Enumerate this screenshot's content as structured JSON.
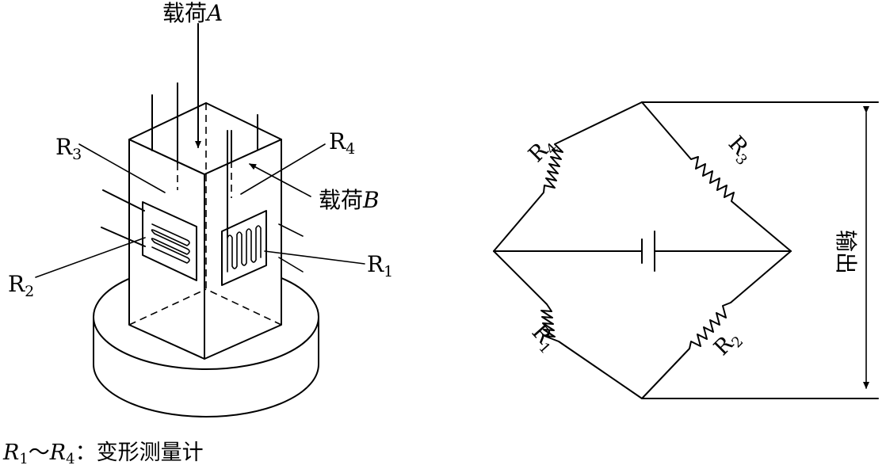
{
  "left_figure": {
    "load_a": {
      "prefix": "载荷",
      "var": "A"
    },
    "load_b": {
      "prefix": "载荷",
      "var": "B"
    },
    "gauges": [
      {
        "id": "R1",
        "letter": "R",
        "sub": "1"
      },
      {
        "id": "R2",
        "letter": "R",
        "sub": "2"
      },
      {
        "id": "R3",
        "letter": "R",
        "sub": "3"
      },
      {
        "id": "R4",
        "letter": "R",
        "sub": "4"
      }
    ]
  },
  "bridge": {
    "resistors": [
      {
        "id": "R4",
        "letter": "R",
        "sub": "4"
      },
      {
        "id": "R3",
        "letter": "R",
        "sub": "3"
      },
      {
        "id": "R1",
        "letter": "R",
        "sub": "1"
      },
      {
        "id": "R2",
        "letter": "R",
        "sub": "2"
      }
    ],
    "output_label": "输出"
  },
  "caption": {
    "r_first": "R",
    "r_first_sub": "1",
    "tilde": "～",
    "r_last": "R",
    "r_last_sub": "4",
    "colon": "：",
    "text": "变形测量计"
  }
}
